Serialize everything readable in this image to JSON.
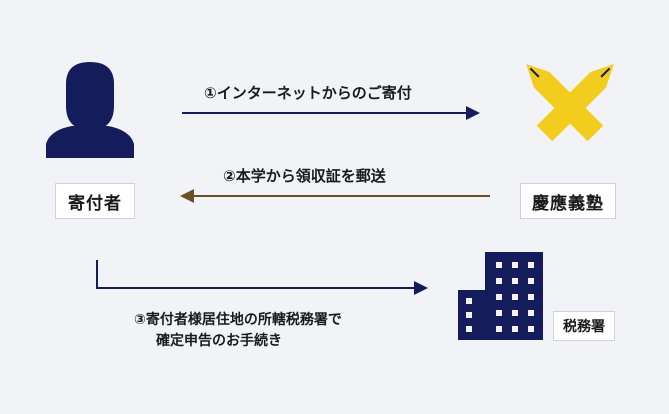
{
  "nodes": {
    "donor": "寄付者",
    "university": "慶應義塾",
    "tax_office": "税務署"
  },
  "steps": {
    "step1": "①インターネットからのご寄付",
    "step2": "②本学から領収証を郵送",
    "step3_line1": "③寄付者様居住地の所轄税務署で",
    "step3_line2": "確定申告のお手続き"
  },
  "colors": {
    "navy": "#141c5c",
    "brown": "#6b5222",
    "yellow": "#f2cd1e",
    "background": "#f2f3f7"
  },
  "icons": [
    "person-icon",
    "crossed-pens-icon",
    "building-icon"
  ]
}
